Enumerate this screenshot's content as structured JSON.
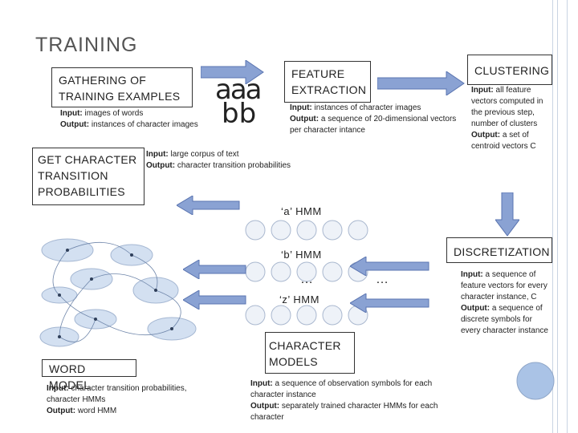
{
  "title": "TRAINING",
  "gathering": {
    "label": "GATHERING OF TRAINING EXAMPLES",
    "input_label": "Input:",
    "input_text": " images of words",
    "output_label": "Output:",
    "output_text": " instances of character images",
    "sample_glyphs_top": "aaa",
    "sample_glyphs_bottom": "bb"
  },
  "feature": {
    "label": "FEATURE EXTRACTION",
    "input_label": "Input:",
    "input_text": " instances of character images",
    "output_label": "Output:",
    "output_text": " a sequence of 20-dimensional vectors per character intance"
  },
  "clustering": {
    "label": "CLUSTERING",
    "input_label": "Input:",
    "input_text": " all feature vectors computed in the previous step, number of clusters",
    "output_label": "Output:",
    "output_text": " a set of centroid vectors C"
  },
  "transition": {
    "label": "GET CHARACTER TRANSITION PROBABILITIES",
    "input_label": "Input:",
    "input_text": " large corpus of text",
    "output_label": "Output:",
    "output_text": " character transition probabilities"
  },
  "hmms": {
    "a_label": "‘a’ HMM",
    "b_label": "‘b’ HMM",
    "z_label": "‘z’ HMM",
    "ellipsis_1": "…",
    "ellipsis_2": "…"
  },
  "discretization": {
    "label": "DISCRETIZATION",
    "input_label": "Input:",
    "input_text": " a sequence of feature vectors for every character instance, C",
    "output_label": "Output:",
    "output_text": " a sequence of discrete symbols for every character instance"
  },
  "character_models": {
    "label": "CHARACTER MODELS",
    "input_label": "Input:",
    "input_text": " a sequence of observation symbols for each character instance",
    "output_label": "Output:",
    "output_text": " separately trained character HMMs for each character"
  },
  "word_model": {
    "label": "WORD MODEL",
    "input_label": "Input:",
    "input_text": " character transition probabilities, character HMMs",
    "output_label": "Output:",
    "output_text": " word HMM"
  },
  "colors": {
    "arrow_fill": "#8aa2d3",
    "arrow_stroke": "#5a74b0",
    "circle_fill": "#aac3e6",
    "rail": "#c9d4e3",
    "title": "#555555"
  }
}
